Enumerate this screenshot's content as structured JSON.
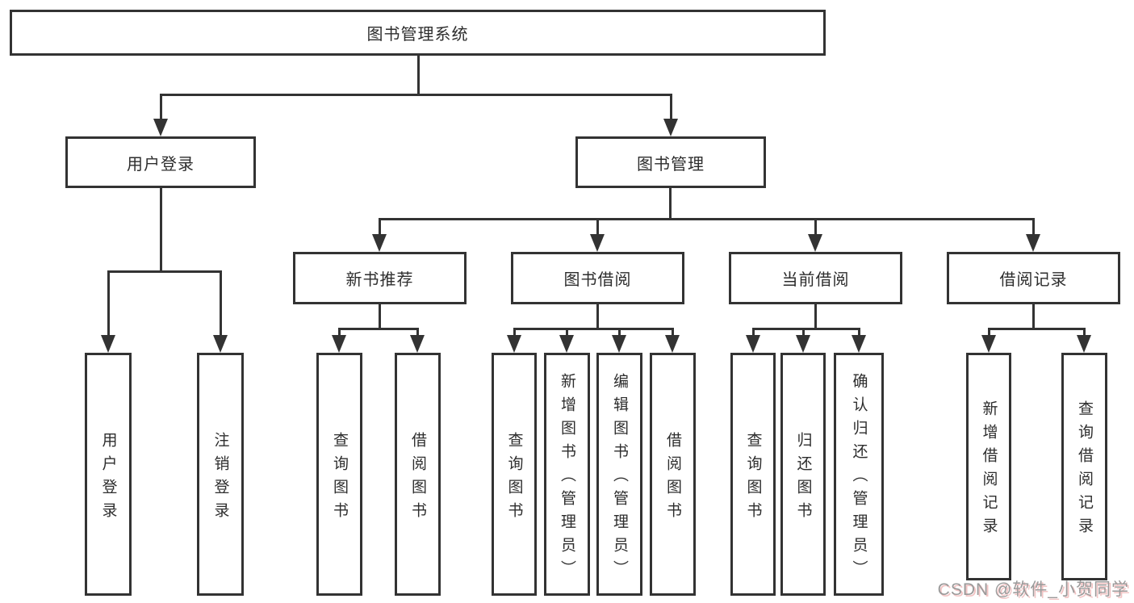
{
  "tree": {
    "root": "图书管理系统",
    "branches": [
      {
        "label": "用户登录",
        "leaves": [
          "用户登录",
          "注销登录"
        ]
      },
      {
        "label": "图书管理",
        "groups": [
          {
            "label": "新书推荐",
            "leaves": [
              "查询图书",
              "借阅图书"
            ]
          },
          {
            "label": "图书借阅",
            "leaves": [
              "查询图书",
              "新增图书（管理员）",
              "编辑图书（管理员）",
              "借阅图书"
            ]
          },
          {
            "label": "当前借阅",
            "leaves": [
              "查询图书",
              "归还图书",
              "确认归还（管理员）"
            ]
          },
          {
            "label": "借阅记录",
            "leaves": [
              "新增借阅记录",
              "查询借阅记录"
            ]
          }
        ]
      }
    ]
  },
  "watermark": {
    "text": "CSDN @软件_小贺同学"
  },
  "colors": {
    "line": "#333333",
    "text": "#2d2d2d",
    "watermark": "#9a9a9a",
    "watermark_shadow": "#f2c4c4",
    "background": "#ffffff"
  }
}
